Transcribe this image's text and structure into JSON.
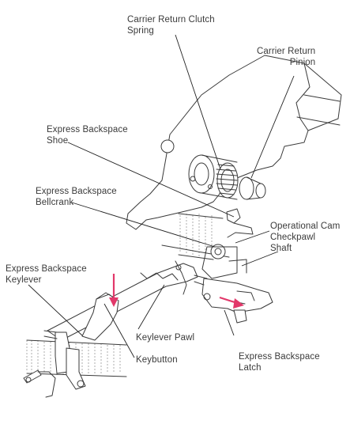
{
  "labels": {
    "carrier_return_clutch_spring": [
      "Carrier Return Clutch",
      "Spring"
    ],
    "carrier_return_pinion": [
      "Carrier Return",
      "Pinion"
    ],
    "express_backspace_shoe": [
      "Express Backspace",
      "Shoe"
    ],
    "express_backspace_bellcrank": [
      "Express Backspace",
      "Bellcrank"
    ],
    "operational_cam_checkpawl_shaft": [
      "Operational Cam",
      "Checkpawl",
      "Shaft"
    ],
    "express_backspace_keylever": [
      "Express Backspace",
      "Keylever"
    ],
    "keylever_pawl": "Keylever Pawl",
    "keybutton": "Keybutton",
    "express_backspace_latch": [
      "Express Backspace",
      "Latch"
    ]
  },
  "colors": {
    "arrow": "#e2386a",
    "line": "#222222",
    "text": "#3a3a3a"
  }
}
